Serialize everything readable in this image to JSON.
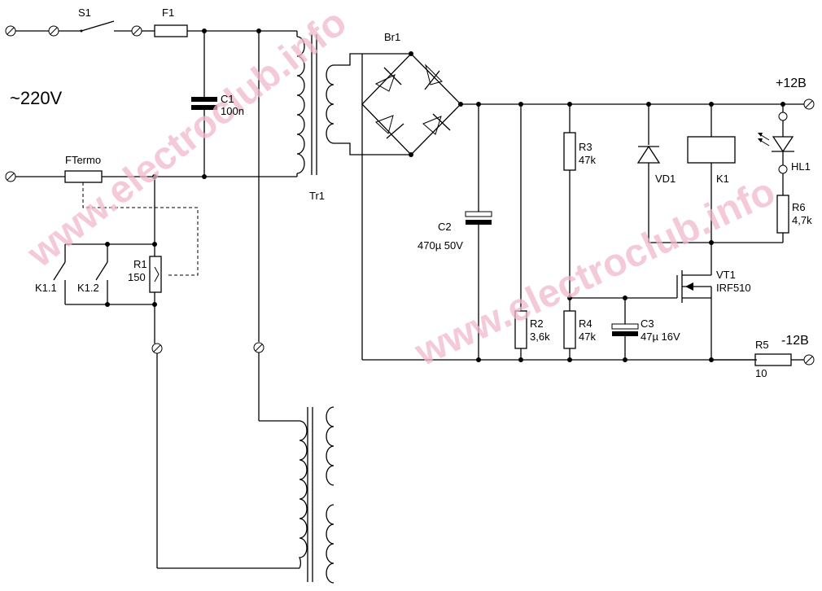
{
  "supply_label": "~220V",
  "out_pos": "+12B",
  "out_neg": "-12B",
  "watermark": "www.electroclub.info",
  "components": {
    "S1": "S1",
    "F1": "F1",
    "FTermo": "FTermo",
    "C1": "C1",
    "C1_val": "100n",
    "R1": "R1",
    "R1_val": "150",
    "K11": "K1.1",
    "K12": "K1.2",
    "Tr1": "Tr1",
    "Br1": "Br1",
    "C2": "C2",
    "C2_val": "470µ 50V",
    "R2": "R2",
    "R2_val": "3,6k",
    "R3": "R3",
    "R3_val": "47k",
    "R4": "R4",
    "R4_val": "47k",
    "C3": "C3",
    "C3_val": "47µ 16V",
    "VD1": "VD1",
    "K1": "K1",
    "VT1": "VT1",
    "VT1_val": "IRF510",
    "HL1": "HL1",
    "R6": "R6",
    "R6_val": "4,7k",
    "R5": "R5",
    "R5_val": "10"
  }
}
